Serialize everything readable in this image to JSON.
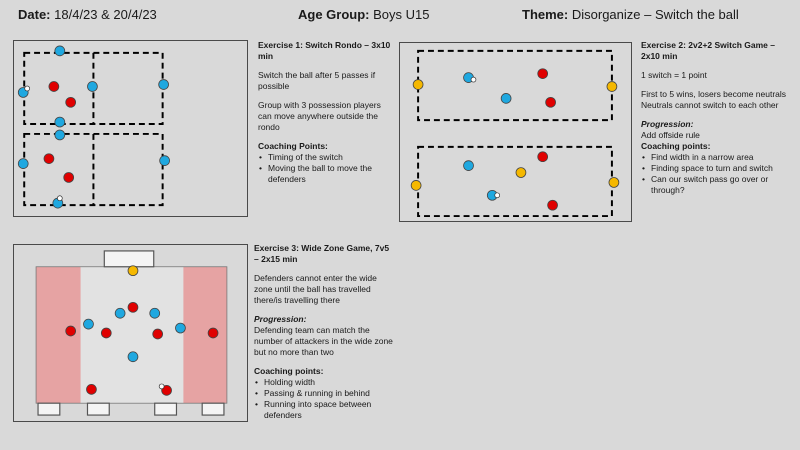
{
  "header": {
    "date_label": "Date:",
    "date_value": "18/4/23 & 20/4/23",
    "age_label": "Age Group:",
    "age_value": "Boys U15",
    "theme_label": "Theme:",
    "theme_value": "Disorganize – Switch the ball"
  },
  "colors": {
    "blue": "#1fa8e0",
    "red": "#e00000",
    "yellow": "#f5b800",
    "wide_zone": "#e6a3a3",
    "pitch": "#e2e2e2"
  },
  "exercise1": {
    "title": "Exercise 1: Switch Rondo – 3x10 min",
    "desc1": "Switch the ball after 5 passes if possible",
    "desc2": "Group with 3 possession players can move anywhere outside the rondo",
    "points_title": "Coaching Points:",
    "points": [
      "Timing of the switch",
      "Moving the ball to move the defenders"
    ]
  },
  "exercise2": {
    "title": "Exercise 2: 2v2+2 Switch Game – 2x10 min",
    "rule1": "1 switch = 1 point",
    "rule2": "First to 5 wins, losers become neutrals",
    "rule3": "Neutrals cannot switch to each other",
    "progression_title": "Progression:",
    "progression": "Add offside rule",
    "points_title": "Coaching points:",
    "points": [
      "Find width in a narrow area",
      "Finding space to turn and switch",
      "Can our switch pass go over or through?"
    ]
  },
  "exercise3": {
    "title": "Exercise 3: Wide Zone Game, 7v5 – 2x15 min",
    "desc": "Defenders cannot enter the wide zone until the ball has travelled there/is travelling there",
    "progression_title": "Progression:",
    "progression": "Defending team can match the number of attackers in the wide zone but no more than two",
    "points_title": "Coaching points:",
    "points": [
      "Holding width",
      "Passing & running in behind",
      "Running into space between defenders"
    ]
  }
}
